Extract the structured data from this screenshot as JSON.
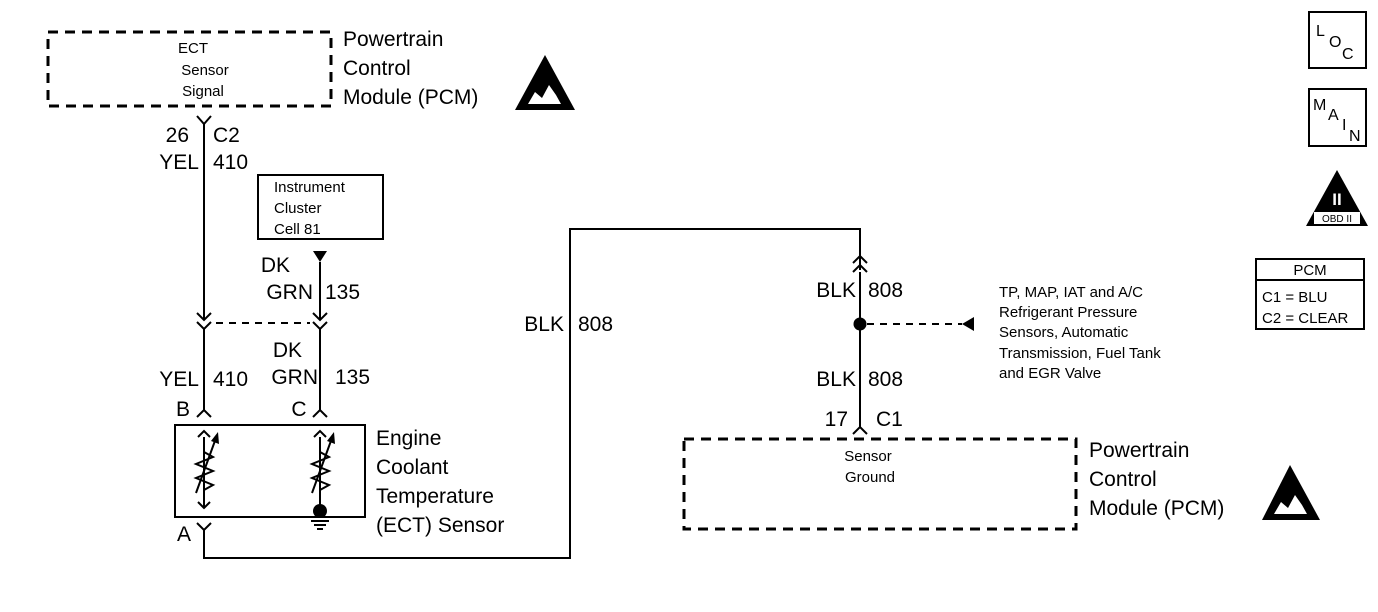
{
  "pcm_top": {
    "signal": [
      "ECT",
      "Sensor",
      "Signal"
    ],
    "title": [
      "Powertrain",
      "Control",
      "Module (PCM)"
    ]
  },
  "ect_wire": {
    "pin": "26",
    "connector": "C2",
    "color": "YEL",
    "circuit": "410",
    "lower_color": "YEL",
    "lower_circuit": "410",
    "sensor_pin": "B"
  },
  "cluster": {
    "lines": [
      "Instrument",
      "Cluster",
      "Cell 81"
    ],
    "color": [
      "DK",
      "GRN"
    ],
    "circuit": "135",
    "lower_color": [
      "DK",
      "GRN"
    ],
    "lower_circuit": "135",
    "sensor_pin": "C"
  },
  "ground_left": {
    "color": "BLK",
    "circuit": "808",
    "sensor_pin": "A"
  },
  "ect_sensor": {
    "title": [
      "Engine",
      "Coolant",
      "Temperature",
      "(ECT) Sensor"
    ]
  },
  "ground_right": {
    "upper_color": "BLK",
    "upper_circuit": "808",
    "lower_color": "BLK",
    "lower_circuit": "808",
    "pin": "17",
    "connector": "C1"
  },
  "shared_sensors": [
    "TP, MAP, IAT and A/C",
    "Refrigerant Pressure",
    "Sensors, Automatic",
    "Transmission, Fuel Tank",
    "and EGR Valve"
  ],
  "pcm_bottom": {
    "signal": [
      "Sensor",
      "Ground"
    ],
    "title": [
      "Powertrain",
      "Control",
      "Module (PCM)"
    ]
  },
  "legend": {
    "loc": [
      "L",
      "O",
      "C"
    ],
    "main": [
      "M",
      "A",
      "I",
      "N"
    ],
    "obd": {
      "numeral": "II",
      "label": "OBD II"
    },
    "pcm_table": {
      "header": "PCM",
      "rows": [
        "C1 = BLU",
        "C2 = CLEAR"
      ]
    }
  }
}
